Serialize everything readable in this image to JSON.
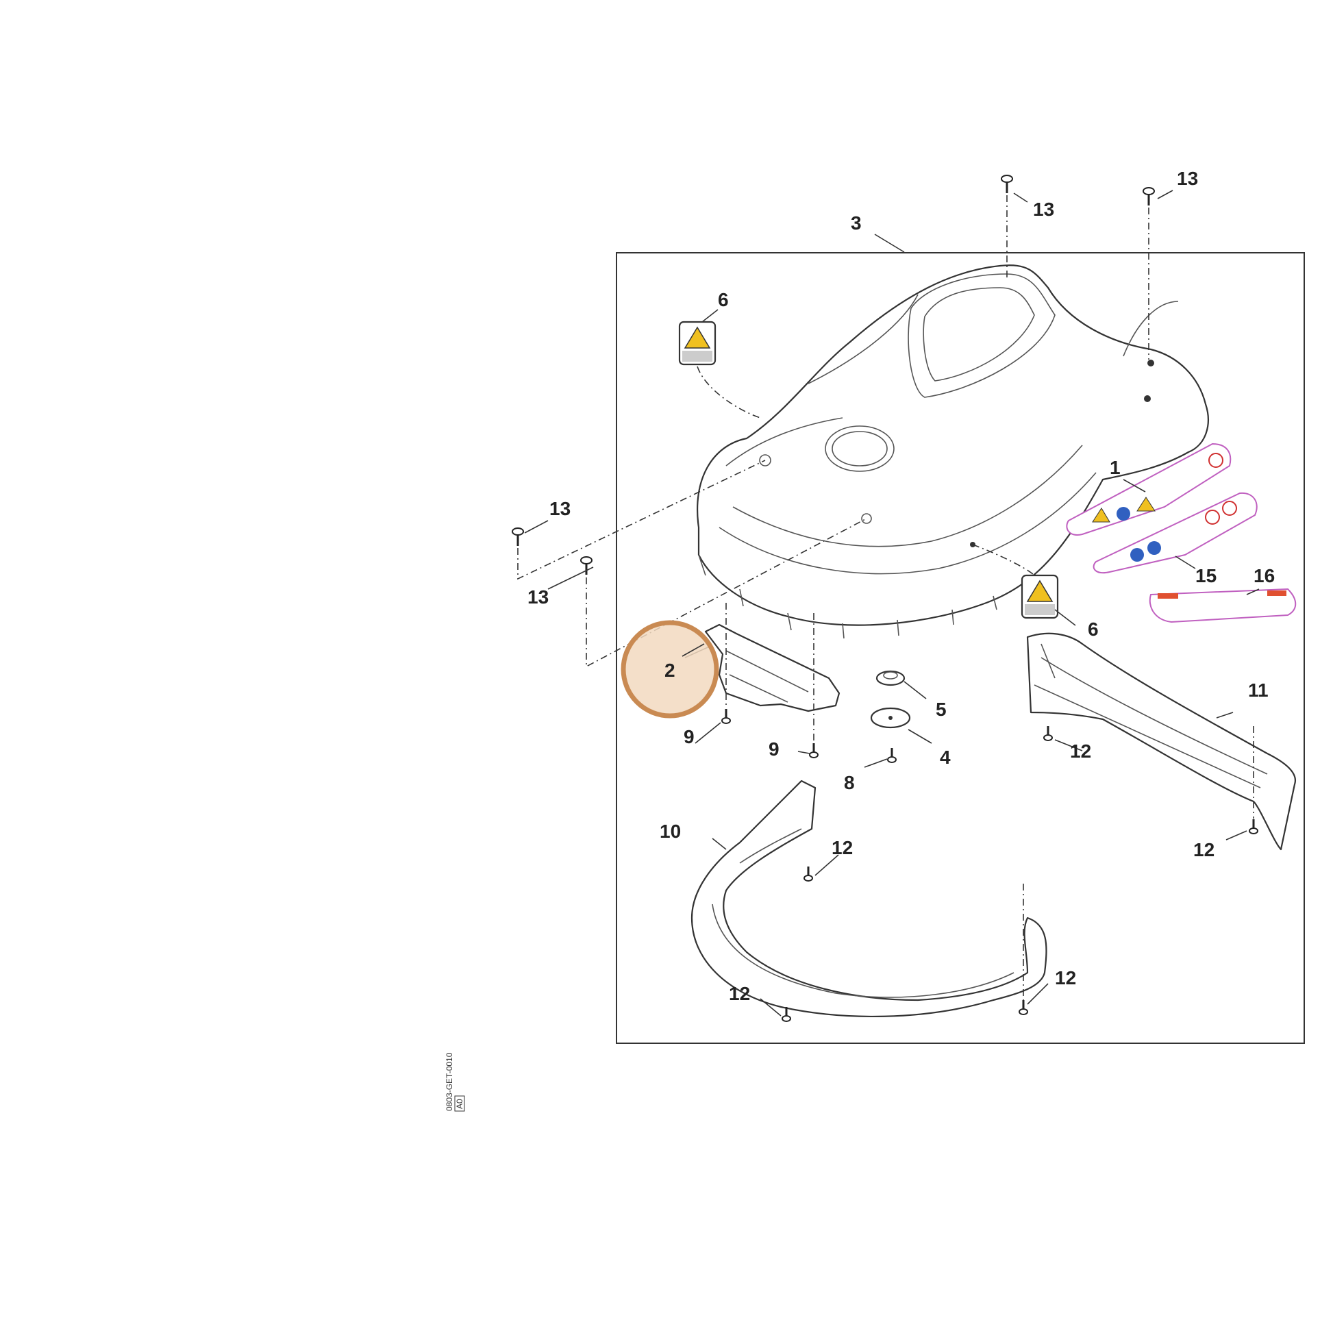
{
  "diagram": {
    "highlight_color": "#c98a52",
    "highlighted_part": "2",
    "callouts": {
      "c1": "1",
      "c2": "2",
      "c3": "3",
      "c4": "4",
      "c5": "5",
      "c6a": "6",
      "c6b": "6",
      "c8": "8",
      "c9a": "9",
      "c9b": "9",
      "c10": "10",
      "c11": "11",
      "c12a": "12",
      "c12b": "12",
      "c12c": "12",
      "c12d": "12",
      "c12e": "12",
      "c13a": "13",
      "c13b": "13",
      "c13c": "13",
      "c13d": "13",
      "c15": "15",
      "c16": "16"
    },
    "drawing_code": "0803-GET-0010",
    "drawing_code_sub": "A0"
  }
}
